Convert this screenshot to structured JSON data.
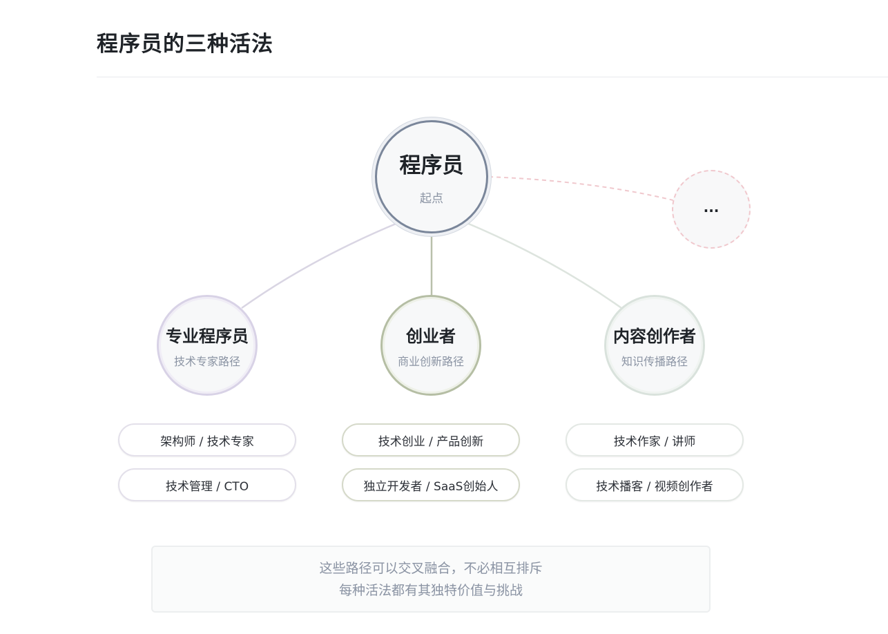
{
  "page": {
    "title": "程序员的三种活法"
  },
  "diagram": {
    "root": {
      "name": "程序员",
      "subtitle": "起点"
    },
    "more": {
      "label": "..."
    },
    "branches": [
      {
        "name": "专业程序员",
        "subtitle": "技术专家路径",
        "roles": [
          "架构师 / 技术专家",
          "技术管理 / CTO"
        ]
      },
      {
        "name": "创业者",
        "subtitle": "商业创新路径",
        "roles": [
          "技术创业 / 产品创新",
          "独立开发者 / SaaS创始人"
        ]
      },
      {
        "name": "内容创作者",
        "subtitle": "知识传播路径",
        "roles": [
          "技术作家 / 讲师",
          "技术播客 / 视频创作者"
        ]
      }
    ],
    "note": {
      "line1": "这些路径可以交叉融合，不必相互排斥",
      "line2": "每种活法都有其独特价值与挑战"
    }
  },
  "colors": {
    "root_border": "#7a869a",
    "pro_accent": "#d8d2e6",
    "startup_accent": "#b5bea4",
    "creator_accent": "#d9e2dc",
    "more_dashed": "#f0c8cd"
  }
}
